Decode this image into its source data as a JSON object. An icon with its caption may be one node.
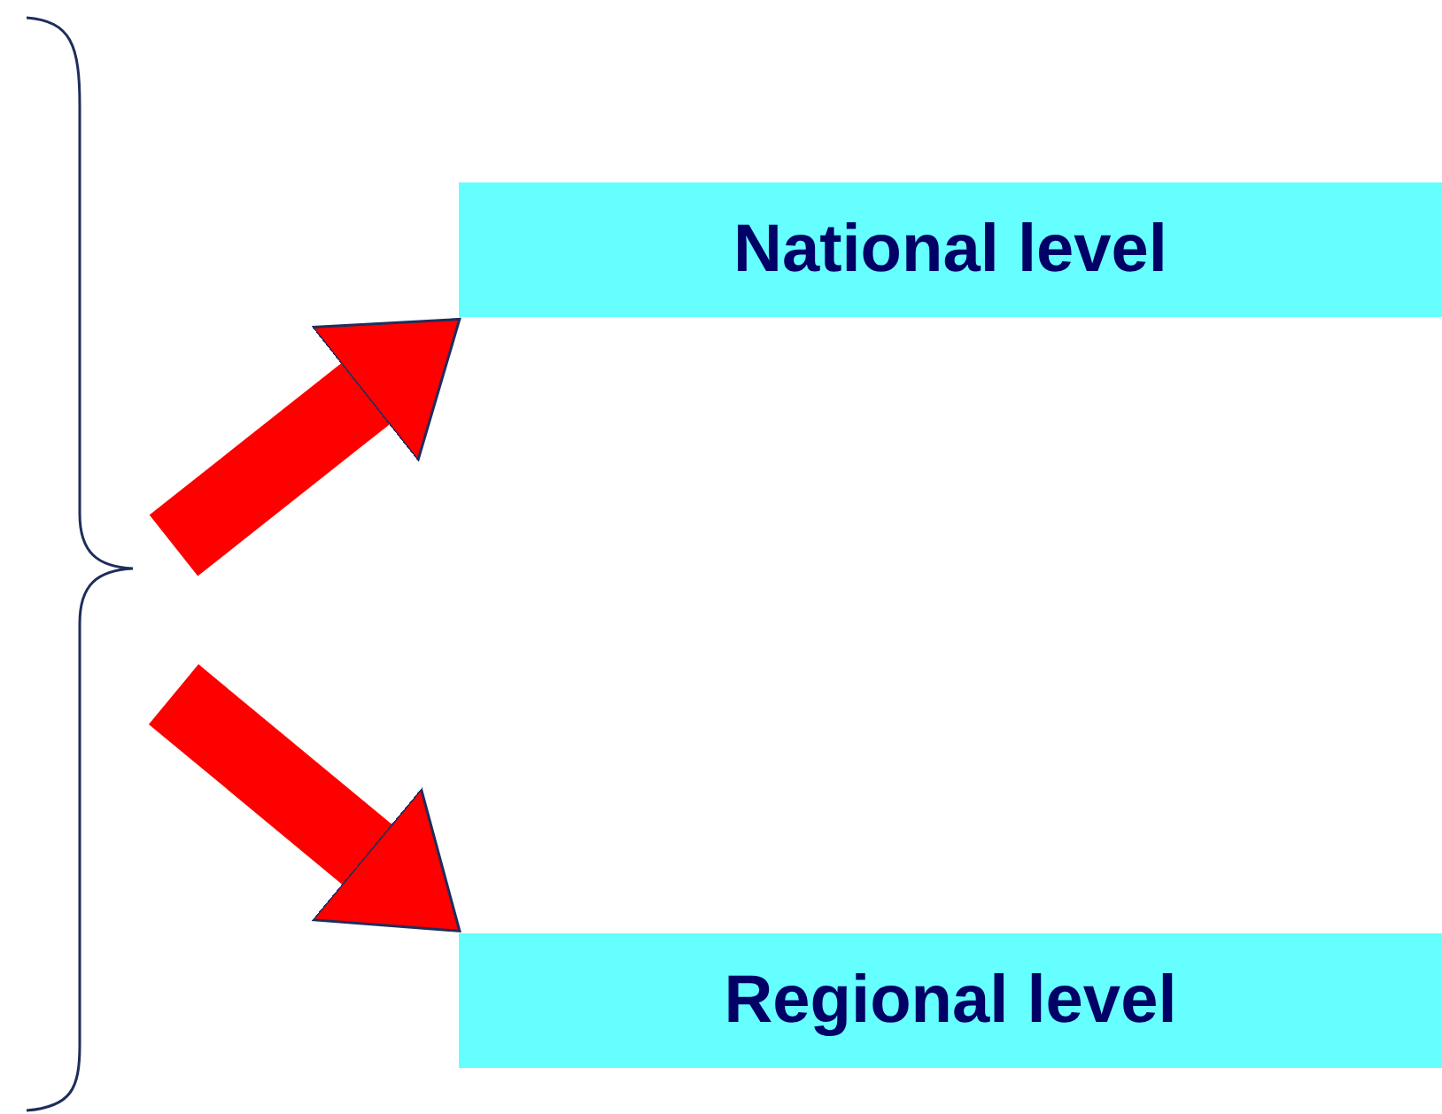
{
  "diagram": {
    "nodes": [
      {
        "text": [
          "National level"
        ]
      },
      {
        "text": [
          "Regional level"
        ]
      }
    ],
    "edges": [
      {
        "from": null,
        "to": 0,
        "arrow": "to"
      },
      {
        "from": null,
        "to": 1,
        "arrow": "to"
      }
    ]
  }
}
